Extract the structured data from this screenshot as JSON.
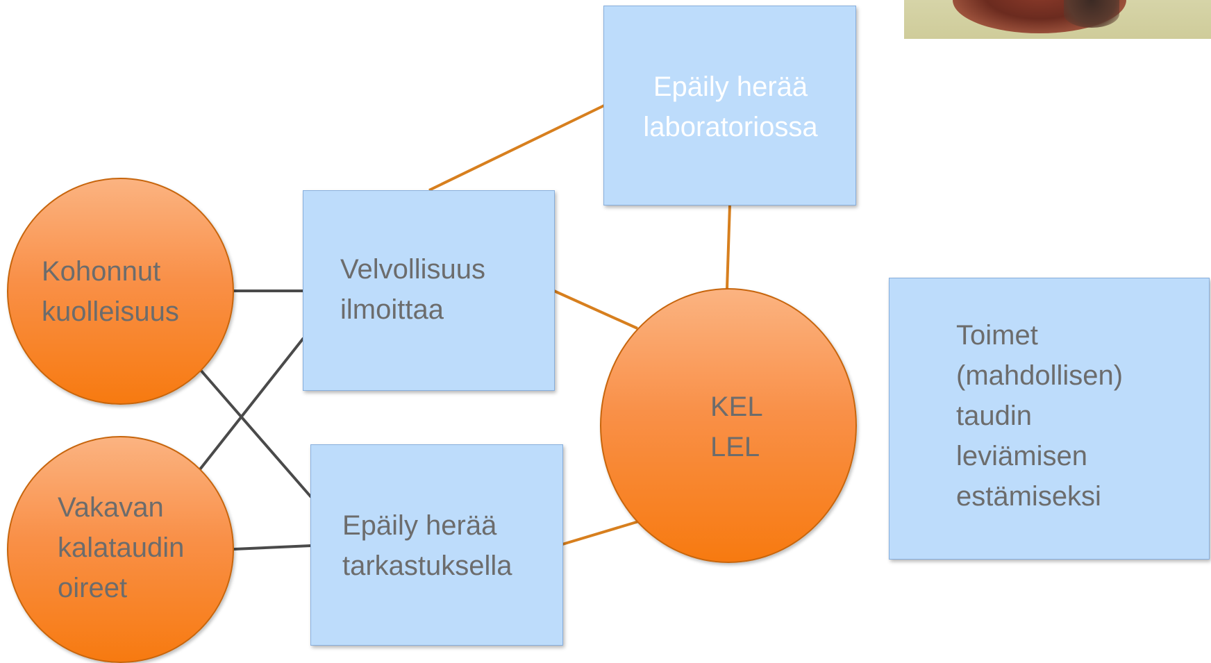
{
  "colors": {
    "circle_fill": "#f99048",
    "circle_border": "#c7650c",
    "box_fill": "#bddcfb",
    "box_border": "#87aedc",
    "dark_connector": "#4a4a4a",
    "orange_connector": "#d77f1e",
    "text_gray": "#6c6c6c",
    "text_white": "#ffffff"
  },
  "nodes": {
    "kohonnut": {
      "lines": [
        "Kohonnut",
        "kuolleisuus"
      ]
    },
    "vakavan": {
      "lines": [
        "Vakavan",
        "kalataudin",
        "oireet"
      ]
    },
    "velvollisuus": {
      "lines": [
        "Velvollisuus",
        "ilmoittaa"
      ]
    },
    "tarkastus": {
      "lines": [
        "Epäily herää",
        "tarkastuksella"
      ]
    },
    "laboratorio": {
      "lines": [
        "Epäily herää",
        "laboratoriossa"
      ]
    },
    "kel": {
      "lines": [
        "KEL",
        "LEL"
      ]
    },
    "toimet": {
      "lines": [
        "Toimet",
        "(mahdollisen)",
        "taudin",
        "leviämisen",
        "estämiseksi"
      ]
    }
  },
  "image": {
    "icon": "fish-photo"
  }
}
